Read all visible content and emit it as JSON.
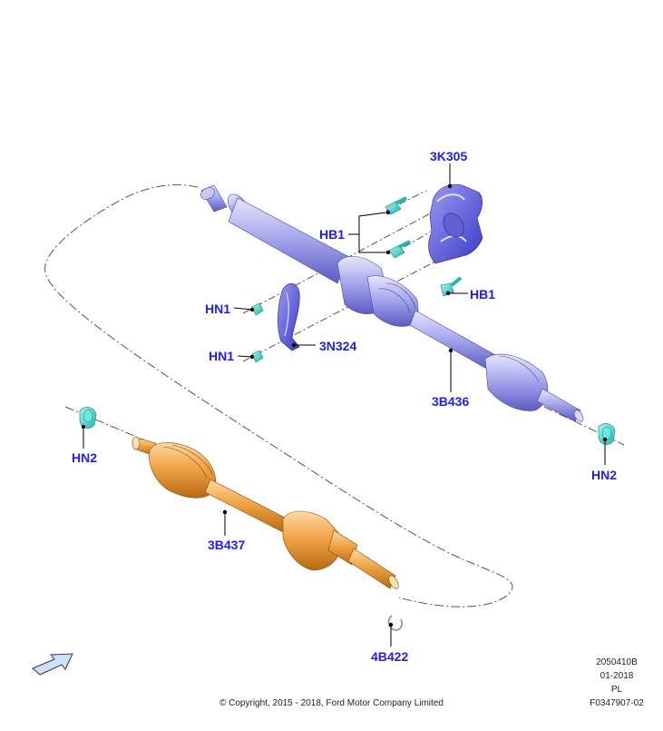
{
  "labels": {
    "p_3k305": "3K305",
    "p_hb1_upper": "HB1",
    "p_hb1_lower": "HB1",
    "p_hn1_upper": "HN1",
    "p_hn1_lower": "HN1",
    "p_3n324": "3N324",
    "p_3b436": "3B436",
    "p_hn2_left": "HN2",
    "p_hn2_right": "HN2",
    "p_3b437": "3B437",
    "p_4b422": "4B422"
  },
  "footer": {
    "copyright": "© Copyright, 2015 - 2018, Ford Motor Company Limited",
    "code": "2050410B",
    "date": "01-2018",
    "region": "PL",
    "figure_id": "F0347907-02"
  },
  "colors": {
    "label_blue": "#1f1fe6",
    "shaft_purple": "#8c8ce6",
    "bracket_blue": "#5a5ae0",
    "fastener_cyan": "#35d9d0",
    "shaft_orange": "#f0a040",
    "leader": "#000000"
  },
  "icons": {
    "nav_arrow": "arrow-icon"
  }
}
